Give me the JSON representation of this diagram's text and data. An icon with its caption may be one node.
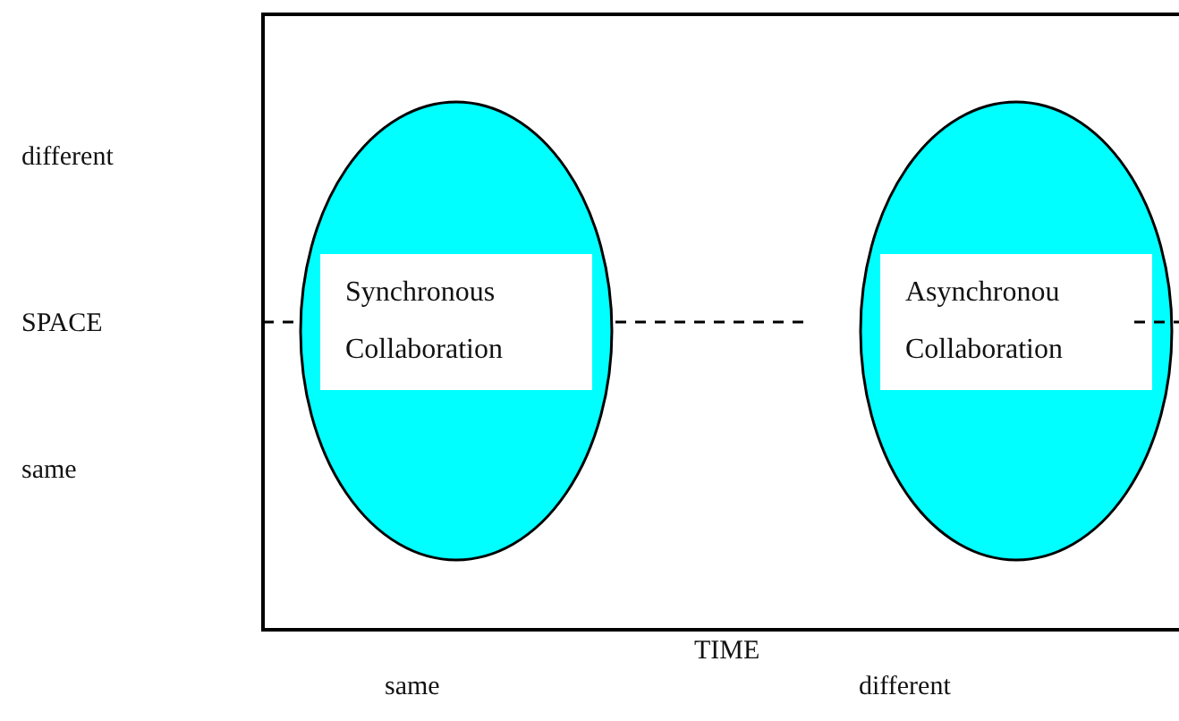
{
  "diagram": {
    "nodes": [
      {
        "text": [
          "Synchronous Collaboration"
        ]
      },
      {
        "text": [
          "Asynchronou Collaboration"
        ]
      }
    ],
    "labels": [
      "different",
      "SPACE",
      "same",
      "TIME",
      "same",
      "different"
    ]
  }
}
